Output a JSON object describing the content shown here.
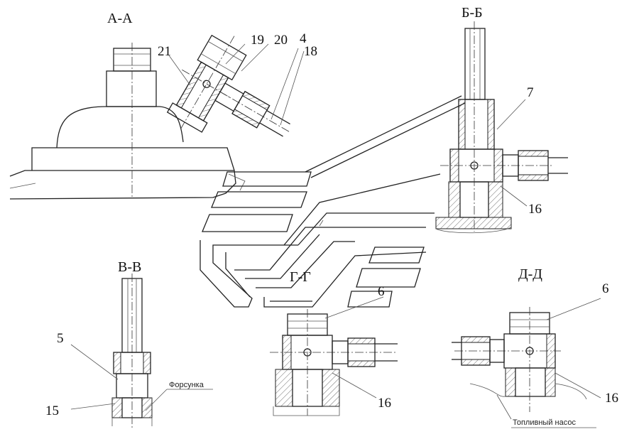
{
  "sections": {
    "aa": "А-А",
    "bb": "Б-Б",
    "vv": "В-В",
    "gg": "Г-Г",
    "dd": "Д-Д"
  },
  "parts": {
    "p21": "21",
    "p19": "19",
    "p20": "20",
    "p4": "4",
    "p18": "18",
    "p7": "7",
    "p16_bb": "16",
    "p5": "5",
    "p15": "15",
    "p6_gg": "6",
    "p16_gg": "16",
    "p6_dd": "6",
    "p16_dd": "16"
  },
  "notes": {
    "injector": "Форсунка",
    "fuel_pump": "Топливный насос"
  }
}
